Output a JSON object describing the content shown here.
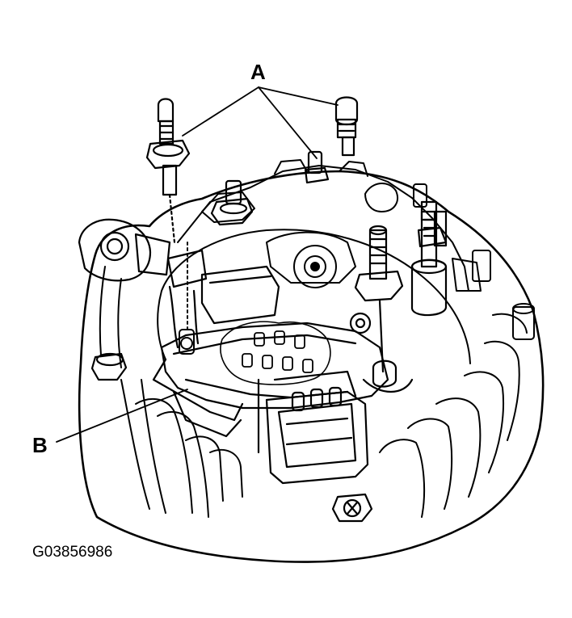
{
  "diagram": {
    "callouts": {
      "a": "A",
      "b": "B"
    },
    "figure_id": "G03856986"
  }
}
